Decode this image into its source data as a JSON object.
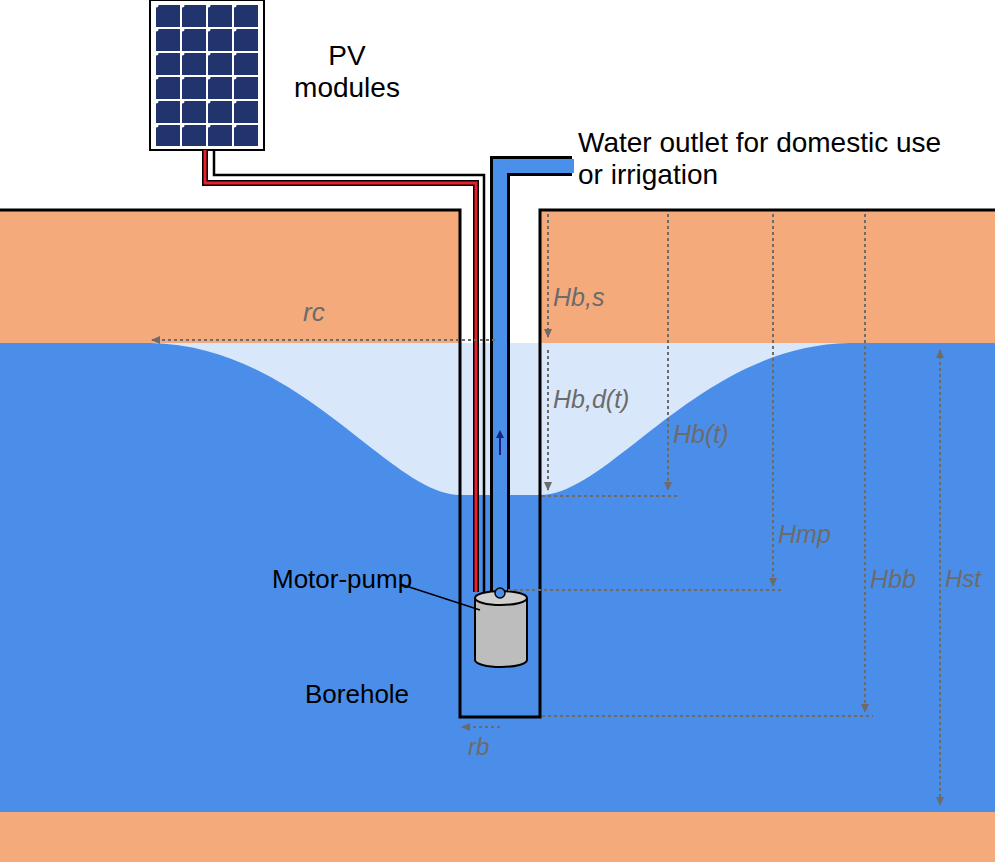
{
  "diagram": {
    "labels": [
      "PV modules",
      "Water outlet for domestic use or irrigation",
      "rc",
      "Hb,s",
      "Hb,d(t)",
      "Hb(t)",
      "Hmp",
      "Hbb",
      "Hst",
      "Motor-pump",
      "Borehole",
      "rb"
    ]
  }
}
